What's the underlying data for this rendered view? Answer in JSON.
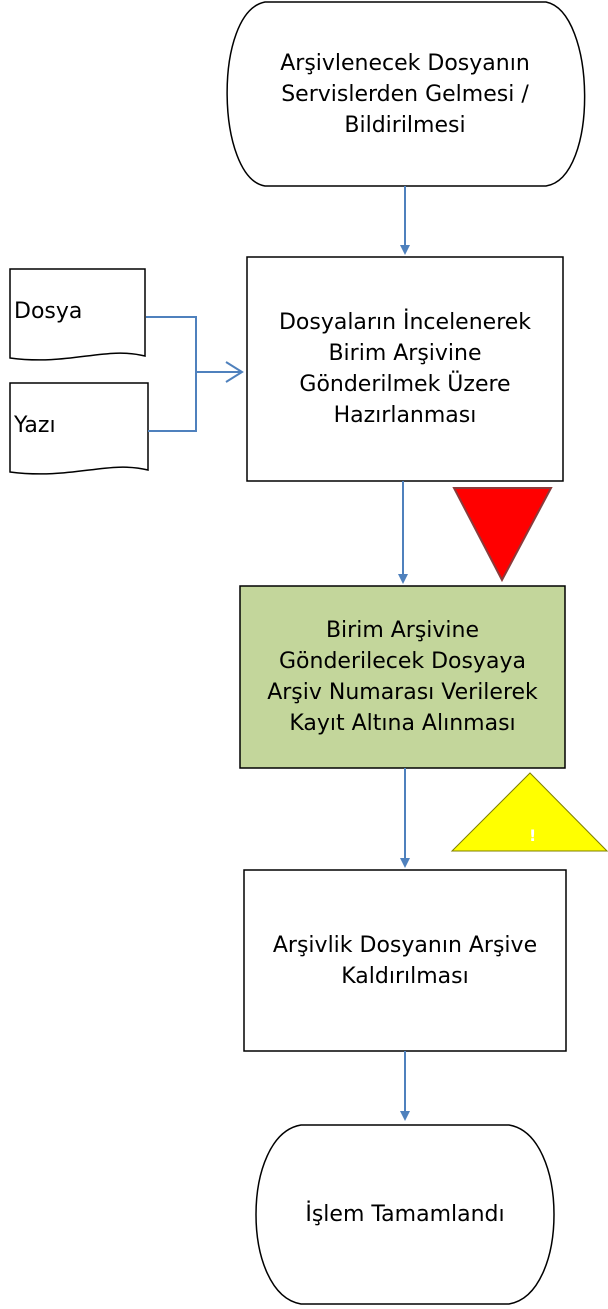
{
  "nodes": {
    "start": {
      "text": "Arşivlenecek Dosyanın\nServislerden Gelmesi /\nBildirilmesi"
    },
    "review": {
      "text": "Dosyaların İncelenerek\nBirim Arşivine\nGönderilmek Üzere\nHazırlanması"
    },
    "register": {
      "text": "Birim Arşivine\nGönderilecek Dosyaya\nArşiv Numarası Verilerek\nKayıt Altına Alınması"
    },
    "archive": {
      "text": "Arşivlik Dosyanın Arşive\nKaldırılması"
    },
    "end": {
      "text": "İşlem Tamamlandı"
    }
  },
  "documents": {
    "dosya": "Dosya",
    "yazi": "Yazı"
  },
  "markers": {
    "warning_symbol": "!"
  },
  "colors": {
    "connector": "#4f81bd",
    "register_fill": "#c3d69b",
    "stop_triangle": "#ff0000",
    "warning_triangle": "#ffff00",
    "shape_border": "#000000"
  }
}
